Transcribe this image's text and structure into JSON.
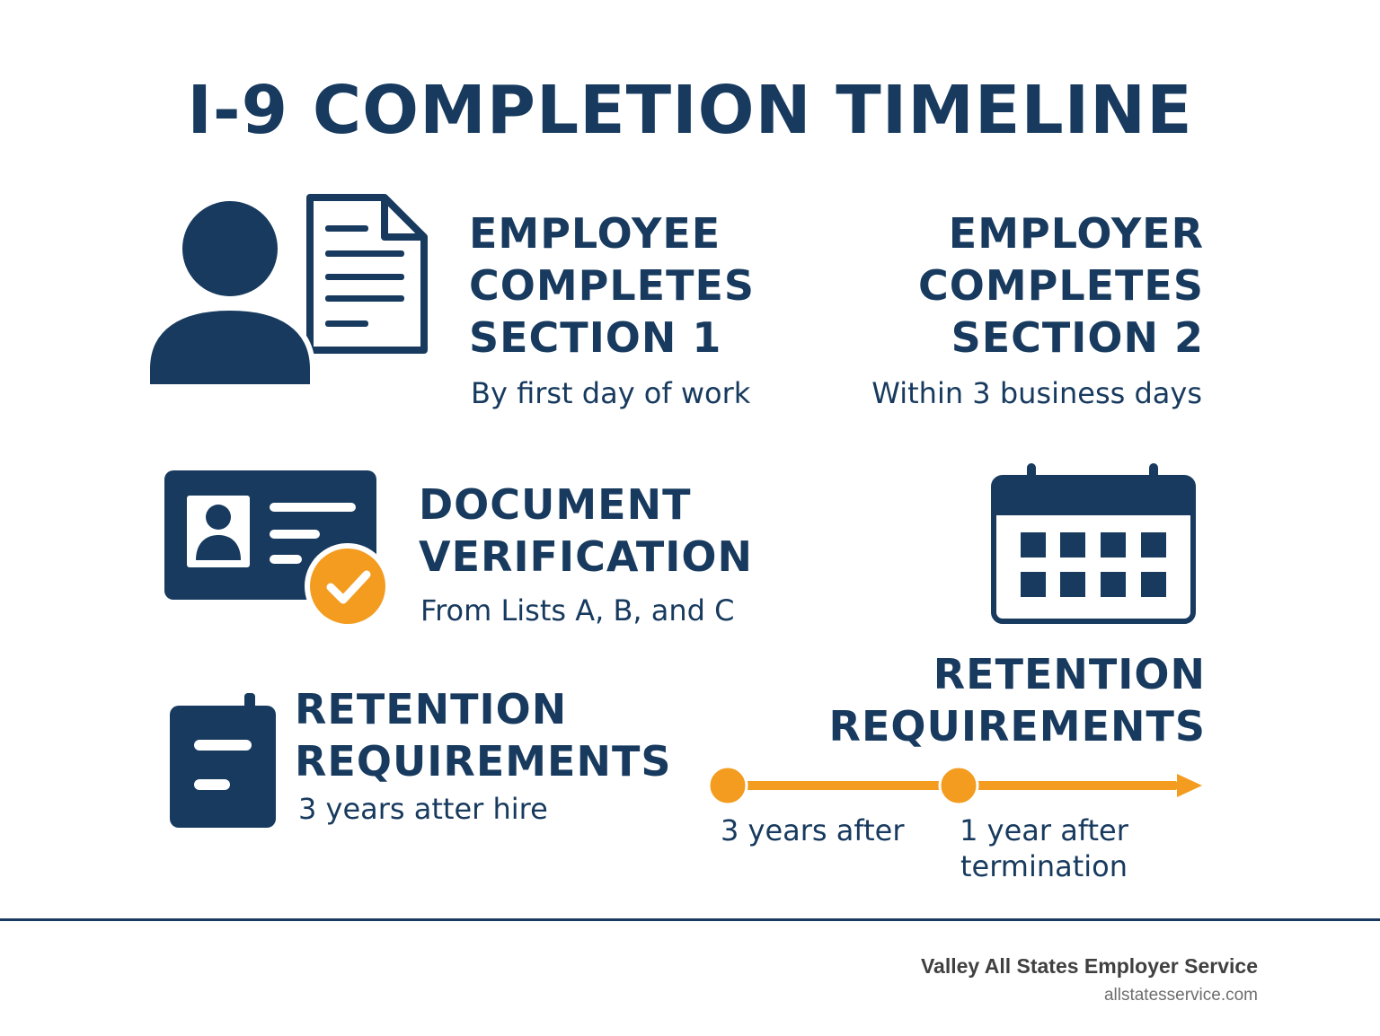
{
  "title": "I-9 COMPLETION TIMELINE",
  "colors": {
    "navy": "#173a5e",
    "orange": "#f39c1f",
    "footer_text": "#404040"
  },
  "steps": {
    "employee": {
      "icon": "person-document-icon",
      "heading_lines": [
        "EMPLOYEE",
        "COMPLETES",
        "SECTION 1"
      ],
      "subtext": "By first day of work"
    },
    "employer": {
      "heading_lines": [
        "EMPLOYER",
        "COMPLETES",
        "SECTION 2"
      ],
      "subtext": "Within 3 business days"
    },
    "document": {
      "icon": "id-card-check-icon",
      "heading_lines": [
        "DOCUMENT",
        "VERIFICATION"
      ],
      "subtext": "From Lists A,  B, and C"
    },
    "calendar": {
      "icon": "calendar-icon"
    },
    "retention_left": {
      "icon": "clipboard-icon",
      "heading_lines": [
        "RETENTION",
        "REQUIREMENTS"
      ],
      "subtext": "3 years atter hire"
    },
    "retention_right": {
      "heading_lines": [
        "RETENTION",
        "REQUIREMENTS"
      ],
      "timeline": {
        "icon": "timeline-arrow-icon",
        "labels": [
          "3 years after",
          "1 year after",
          "termination"
        ]
      }
    }
  },
  "footer": {
    "company": "Valley All States Employer Service",
    "url": "allstatesservice.com"
  }
}
